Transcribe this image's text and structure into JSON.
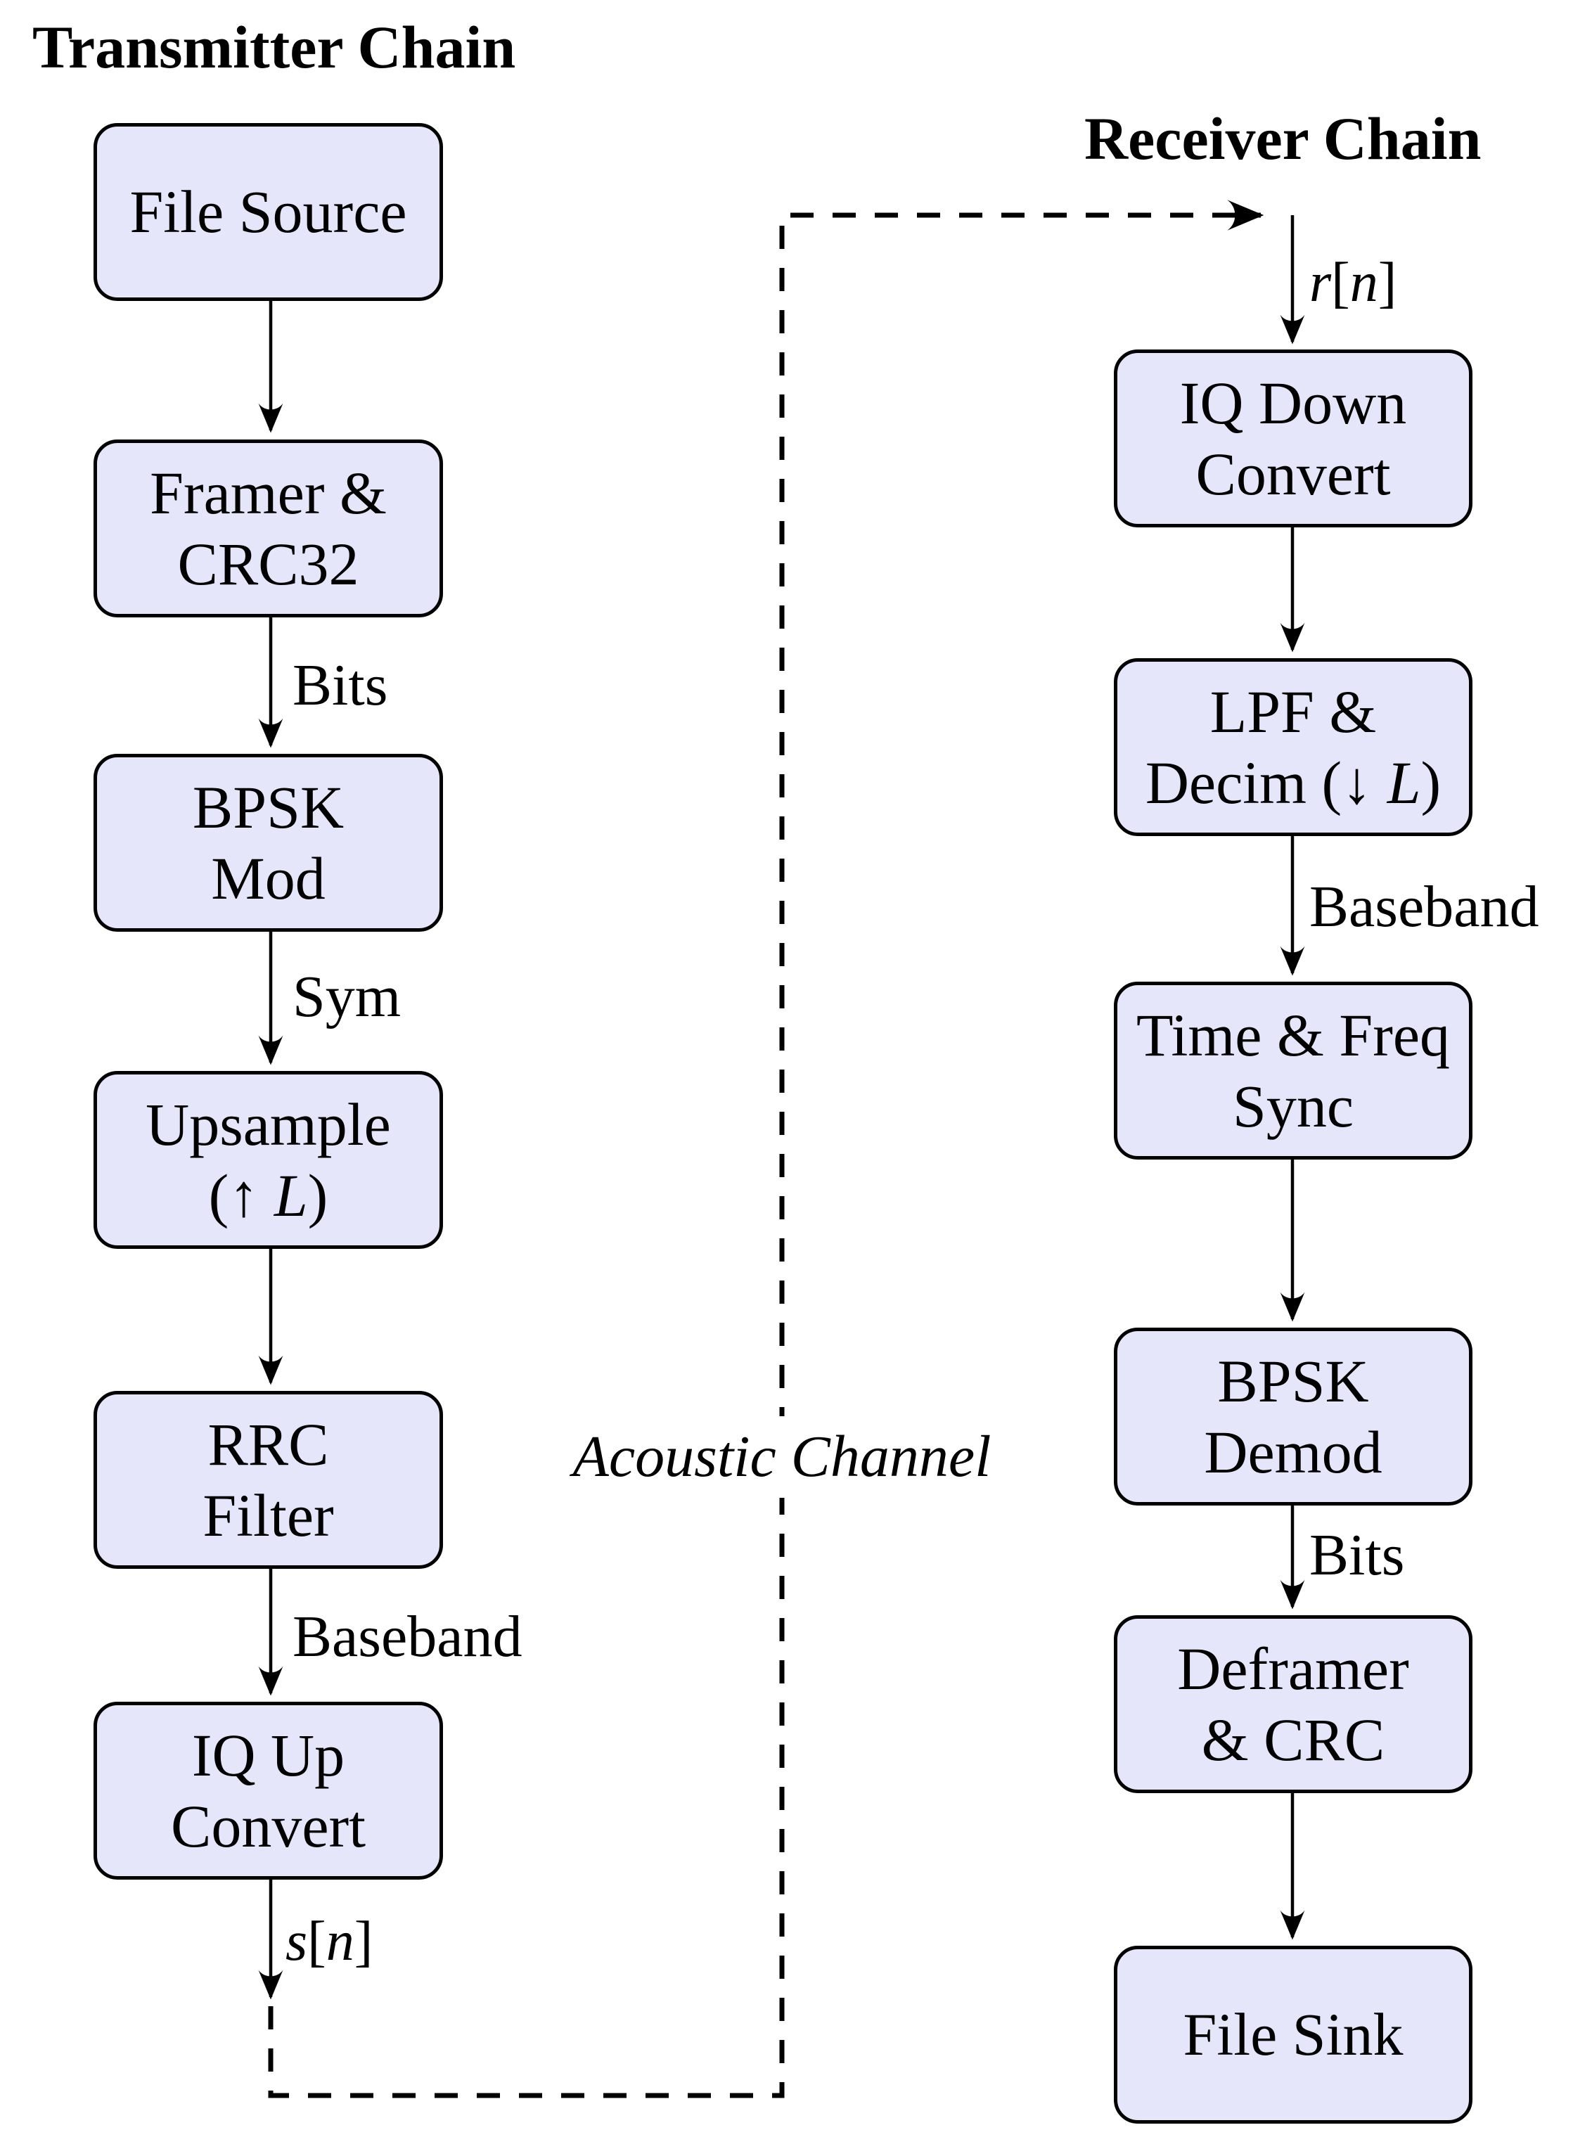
{
  "titles": {
    "transmitter": "Transmitter Chain",
    "receiver": "Receiver Chain"
  },
  "channel": {
    "label": "Acoustic Channel"
  },
  "colors": {
    "node_fill": "#e6e6fb",
    "node_border": "#000000",
    "wire": "#000000"
  },
  "tx": {
    "nodes": [
      {
        "id": "file-source",
        "label": "File Source"
      },
      {
        "id": "framer-crc32",
        "label": "Framer &\nCRC32"
      },
      {
        "id": "bpsk-mod",
        "label": "BPSK\nMod"
      },
      {
        "id": "upsample",
        "line1": "Upsample",
        "line2_pre": "(↑ ",
        "line2_var": "L",
        "line2_post": ")"
      },
      {
        "id": "rrc-filter",
        "label": "RRC\nFilter"
      },
      {
        "id": "iq-up-convert",
        "label": "IQ Up\nConvert"
      }
    ],
    "edge_labels": [
      "Bits",
      "Sym",
      "Baseband"
    ],
    "signal": {
      "var1": "s",
      "open": "[",
      "var2": "n",
      "close": "]"
    }
  },
  "rx": {
    "nodes": [
      {
        "id": "iq-down-convert",
        "label": "IQ Down\nConvert"
      },
      {
        "id": "lpf-decim",
        "line1": "LPF &",
        "line2_pre": "Decim (↓ ",
        "line2_var": "L",
        "line2_post": ")"
      },
      {
        "id": "time-freq-sync",
        "label": "Time & Freq\nSync"
      },
      {
        "id": "bpsk-demod",
        "label": "BPSK\nDemod"
      },
      {
        "id": "deframer-crc",
        "label": "Deframer\n& CRC"
      },
      {
        "id": "file-sink",
        "label": "File Sink"
      }
    ],
    "edge_labels": [
      "Baseband",
      "Bits"
    ],
    "signal": {
      "var1": "r",
      "open": "[",
      "var2": "n",
      "close": "]"
    }
  }
}
